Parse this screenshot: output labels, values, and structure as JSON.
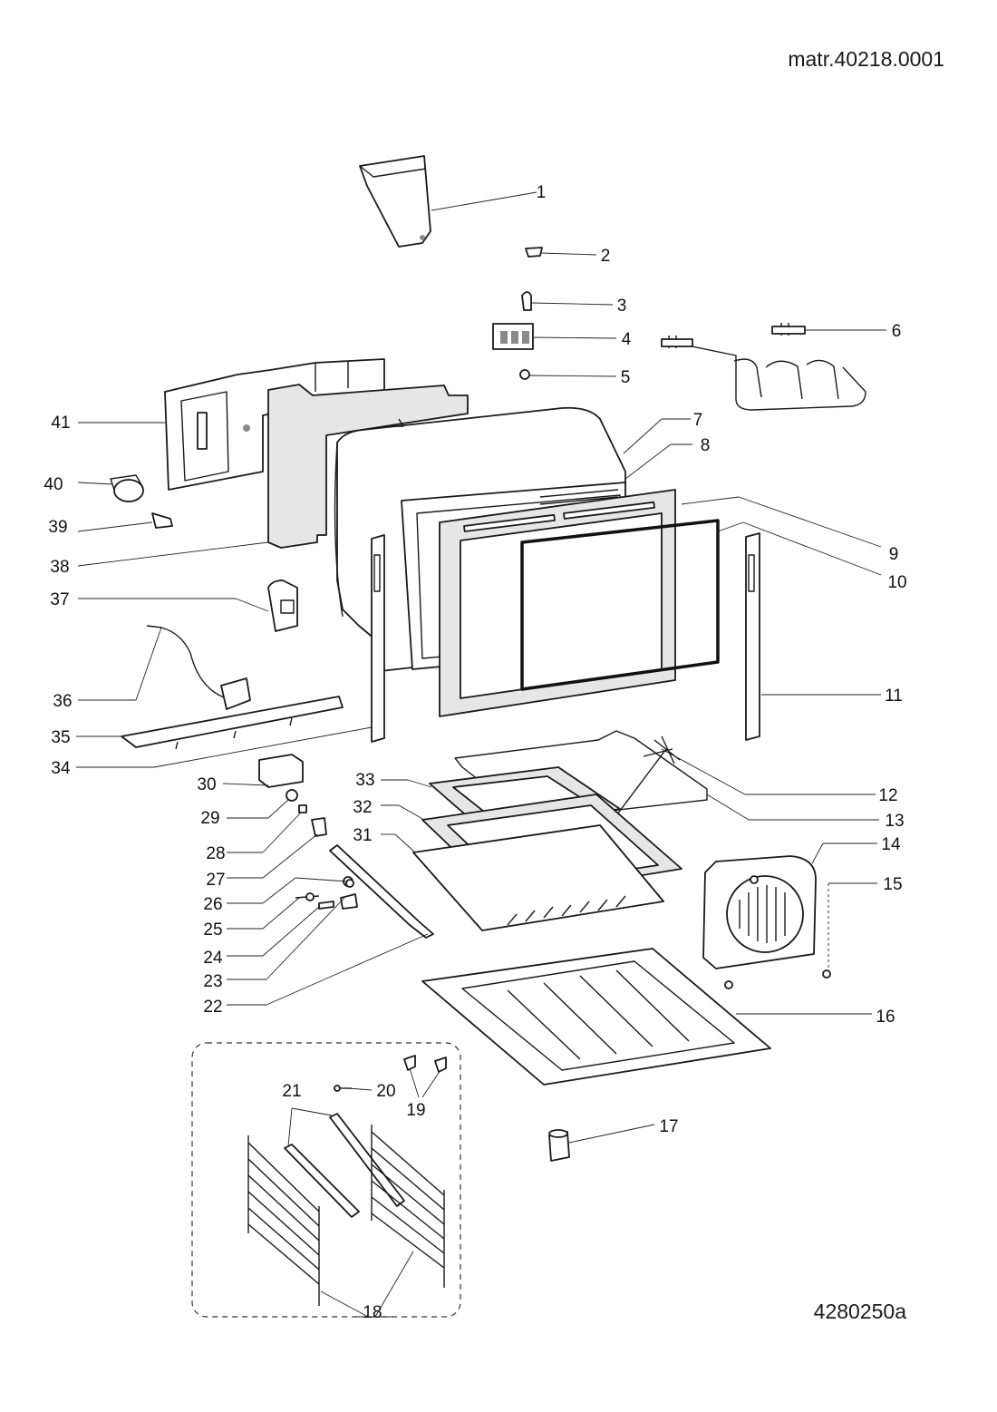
{
  "header": {
    "material_ref": "matr.40218.0001"
  },
  "footer": {
    "drawing_code": "4280250a"
  },
  "callouts": [
    "1",
    "2",
    "3",
    "4",
    "5",
    "6",
    "7",
    "8",
    "9",
    "10",
    "11",
    "12",
    "13",
    "14",
    "15",
    "16",
    "17",
    "18",
    "19",
    "20",
    "21",
    "22",
    "23",
    "24",
    "25",
    "26",
    "27",
    "28",
    "29",
    "30",
    "31",
    "32",
    "33",
    "34",
    "35",
    "36",
    "37",
    "38",
    "39",
    "40",
    "41"
  ]
}
